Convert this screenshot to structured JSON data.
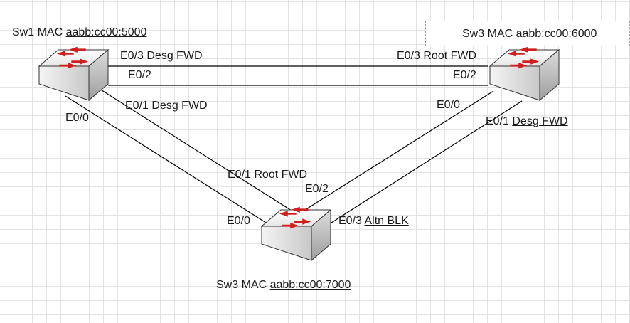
{
  "switches": [
    {
      "id": "sw1",
      "name": "Sw1 MAC",
      "mac": "aabb:cc00:5000"
    },
    {
      "id": "sw2",
      "name": "Sw3 MAC",
      "mac": "aabb:cc00:6000"
    },
    {
      "id": "sw3",
      "name": "Sw3 MAC",
      "mac": "aabb:cc00:7000"
    }
  ],
  "port_labels": {
    "sw1_e03": {
      "port": "E0/3 Desg",
      "state": "FWD"
    },
    "sw1_e02": {
      "port": "E0/2"
    },
    "sw1_e01": {
      "port": "E0/1 Desg",
      "state": "FWD"
    },
    "sw1_e00": {
      "port": "E0/0"
    },
    "sw2_e03": {
      "port": "E0/3",
      "state": "Root FWD"
    },
    "sw2_e02": {
      "port": "E0/2"
    },
    "sw2_e00": {
      "port": "E0/0"
    },
    "sw2_e01": {
      "port": "E0/1",
      "state": "Desg FWD"
    },
    "sw3_e01": {
      "port": "E0/1",
      "state": "Root FWD"
    },
    "sw3_e02": {
      "port": "E0/2"
    },
    "sw3_e00": {
      "port": "E0/0"
    },
    "sw3_e03": {
      "port": "E0/3",
      "state": "Altn BLK"
    }
  },
  "colors": {
    "switch_body": "#f2f2f2",
    "switch_edge": "#333333",
    "arrow": "#d11f1f",
    "link": "#000000",
    "grid": "#e3e3e3"
  },
  "icons": [
    "switch-icon"
  ]
}
